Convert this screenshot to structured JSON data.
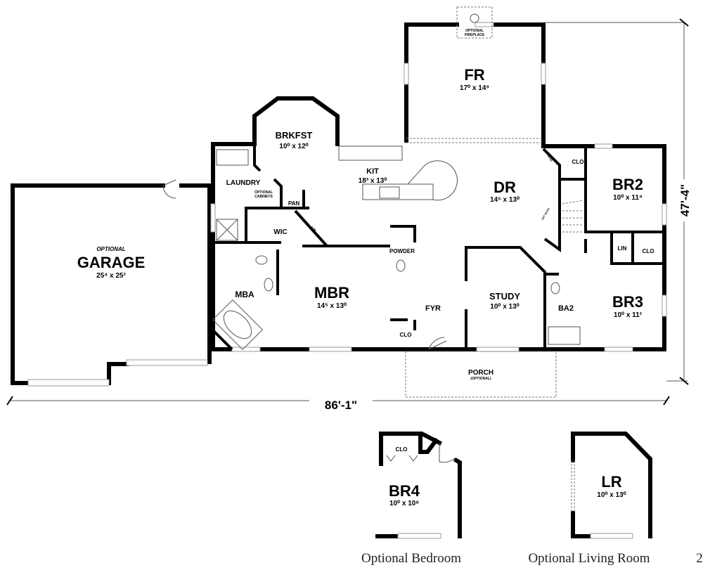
{
  "rooms": {
    "garage": {
      "note": "OPTIONAL",
      "name": "GARAGE",
      "dim": "25⁴ x 25²"
    },
    "laundry": {
      "name": "LAUNDRY"
    },
    "optional_cabinets": {
      "line1": "OPTIONAL",
      "line2": "CABINETS"
    },
    "brkfst": {
      "name": "BRKFST",
      "dim": "10⁰ x 12⁰"
    },
    "kit": {
      "name": "KIT",
      "dim": "18³ x 13⁰"
    },
    "pan": {
      "name": "PAN"
    },
    "wic": {
      "name": "WIC"
    },
    "lin1": {
      "name": "LIN"
    },
    "fr": {
      "name": "FR",
      "dim": "17⁰ x 14⁹"
    },
    "fireplace": {
      "line1": "OPTIONAL",
      "line2": "FIREPLACE"
    },
    "dr": {
      "name": "DR",
      "dim": "14⁵ x 13⁰"
    },
    "br2": {
      "name": "BR2",
      "dim": "10⁰ x 11⁴"
    },
    "clo_br2": {
      "name": "CLO"
    },
    "lin2": {
      "name": "LIN"
    },
    "clo_br3": {
      "name": "CLO"
    },
    "br3": {
      "name": "BR3",
      "dim": "10⁰ x 11²"
    },
    "ba2": {
      "name": "BA2"
    },
    "study": {
      "name": "STUDY",
      "dim": "10⁰ x 13⁰"
    },
    "fyr": {
      "name": "FYR"
    },
    "clo_fyr": {
      "name": "CLO"
    },
    "powder": {
      "name": "POWDER"
    },
    "mbr": {
      "name": "MBR",
      "dim": "14⁵ x 13⁰"
    },
    "mba": {
      "name": "MBA"
    },
    "porch": {
      "name": "PORCH",
      "note": "(OPTIONAL)"
    },
    "niche1": {
      "name": "ART NICHE"
    },
    "niche2": {
      "name": "ART NICHE"
    }
  },
  "dimensions": {
    "width": "86'-1\"",
    "depth": "47'-4\""
  },
  "optional_bedroom": {
    "name": "BR4",
    "dim": "10⁰ x 10⁸",
    "clo": "CLO",
    "caption": "Optional Bedroom"
  },
  "optional_living": {
    "name": "LR",
    "dim": "10⁰ x 13⁰",
    "caption": "Optional Living Room"
  },
  "page_number": "2"
}
